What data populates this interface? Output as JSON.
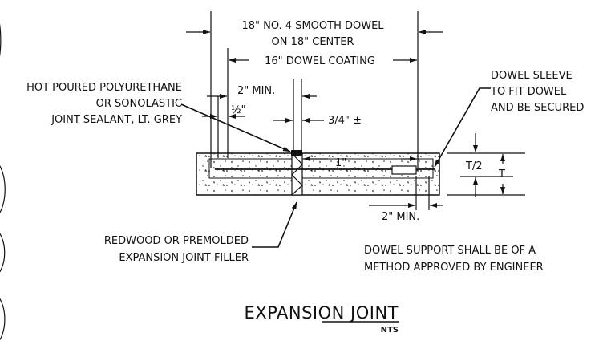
{
  "drawing": {
    "dowel_label_line1": "18\" NO. 4 SMOOTH DOWEL",
    "dowel_label_line2": "ON 18\" CENTER",
    "dowel_coating_label": "16\" DOWEL COATING",
    "sealant_line1": "HOT POURED POLYURETHANE",
    "sealant_line2": "OR SONOLASTIC",
    "sealant_line3": "JOINT SEALANT, LT. GREY",
    "min_top_label": "2\" MIN.",
    "half_inch_label": "½\"",
    "gap_label": "3/4\" ±",
    "sleeve_line1": "DOWEL SLEEVE",
    "sleeve_line2": "TO FIT DOWEL",
    "sleeve_line3": "AND BE SECURED",
    "mid_dim_label": "1\"",
    "half_thickness_label": "T/2",
    "thickness_label": "T",
    "min_bottom_label": "2\" MIN.",
    "filler_line1": "REDWOOD OR PREMOLDED",
    "filler_line2": "EXPANSION JOINT FILLER",
    "support_line1": "DOWEL SUPPORT SHALL BE OF A",
    "support_line2": "METHOD APPROVED BY ENGINEER",
    "title": "EXPANSION JOINT",
    "scale": "NTS"
  },
  "colors": {
    "ink": "#111111",
    "background": "#ffffff"
  }
}
